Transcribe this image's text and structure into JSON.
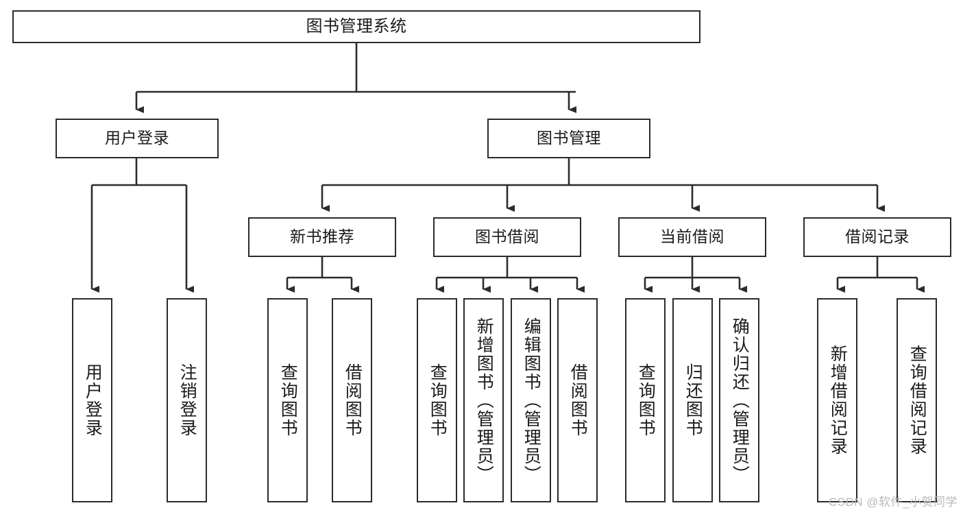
{
  "diagram": {
    "type": "tree-hierarchy",
    "title": "图书管理系统",
    "orientation": "top-down",
    "colors": {
      "box_border": "#2b2b2b",
      "box_fill": "#ffffff",
      "edge": "#2b2b2b",
      "text": "#1a1a1a",
      "watermark": "#b9b9b9"
    }
  },
  "nodes": {
    "root": {
      "label": "图书管理系统",
      "level": 0
    },
    "level1": [
      {
        "id": "user-login",
        "label": "用户登录"
      },
      {
        "id": "book-management",
        "label": "图书管理"
      }
    ],
    "level2": [
      {
        "id": "new-book-recommend",
        "label": "新书推荐",
        "parent": "book-management"
      },
      {
        "id": "book-borrow",
        "label": "图书借阅",
        "parent": "book-management"
      },
      {
        "id": "current-borrow",
        "label": "当前借阅",
        "parent": "book-management"
      },
      {
        "id": "borrow-record",
        "label": "借阅记录",
        "parent": "book-management"
      }
    ],
    "leaves": {
      "user-login": [
        {
          "id": "leaf-user-login",
          "label": "用户登录"
        },
        {
          "id": "leaf-user-logout",
          "label": "注销登录"
        }
      ],
      "new-book-recommend": [
        {
          "id": "leaf-query-book-1",
          "label": "查询图书"
        },
        {
          "id": "leaf-borrow-book-1",
          "label": "借阅图书"
        }
      ],
      "book-borrow": [
        {
          "id": "leaf-query-book-2",
          "label": "查询图书"
        },
        {
          "id": "leaf-add-book",
          "label": "新增图书（管理员）"
        },
        {
          "id": "leaf-edit-book",
          "label": "编辑图书（管理员）"
        },
        {
          "id": "leaf-borrow-book-2",
          "label": "借阅图书"
        }
      ],
      "current-borrow": [
        {
          "id": "leaf-query-book-3",
          "label": "查询图书"
        },
        {
          "id": "leaf-return-book",
          "label": "归还图书"
        },
        {
          "id": "leaf-confirm-return",
          "label": "确认归还（管理员）"
        }
      ],
      "borrow-record": [
        {
          "id": "leaf-add-record",
          "label": "新增借阅记录"
        },
        {
          "id": "leaf-query-record",
          "label": "查询借阅记录"
        }
      ]
    }
  },
  "watermark": {
    "text": "CSDN @软件_小贺同学"
  }
}
